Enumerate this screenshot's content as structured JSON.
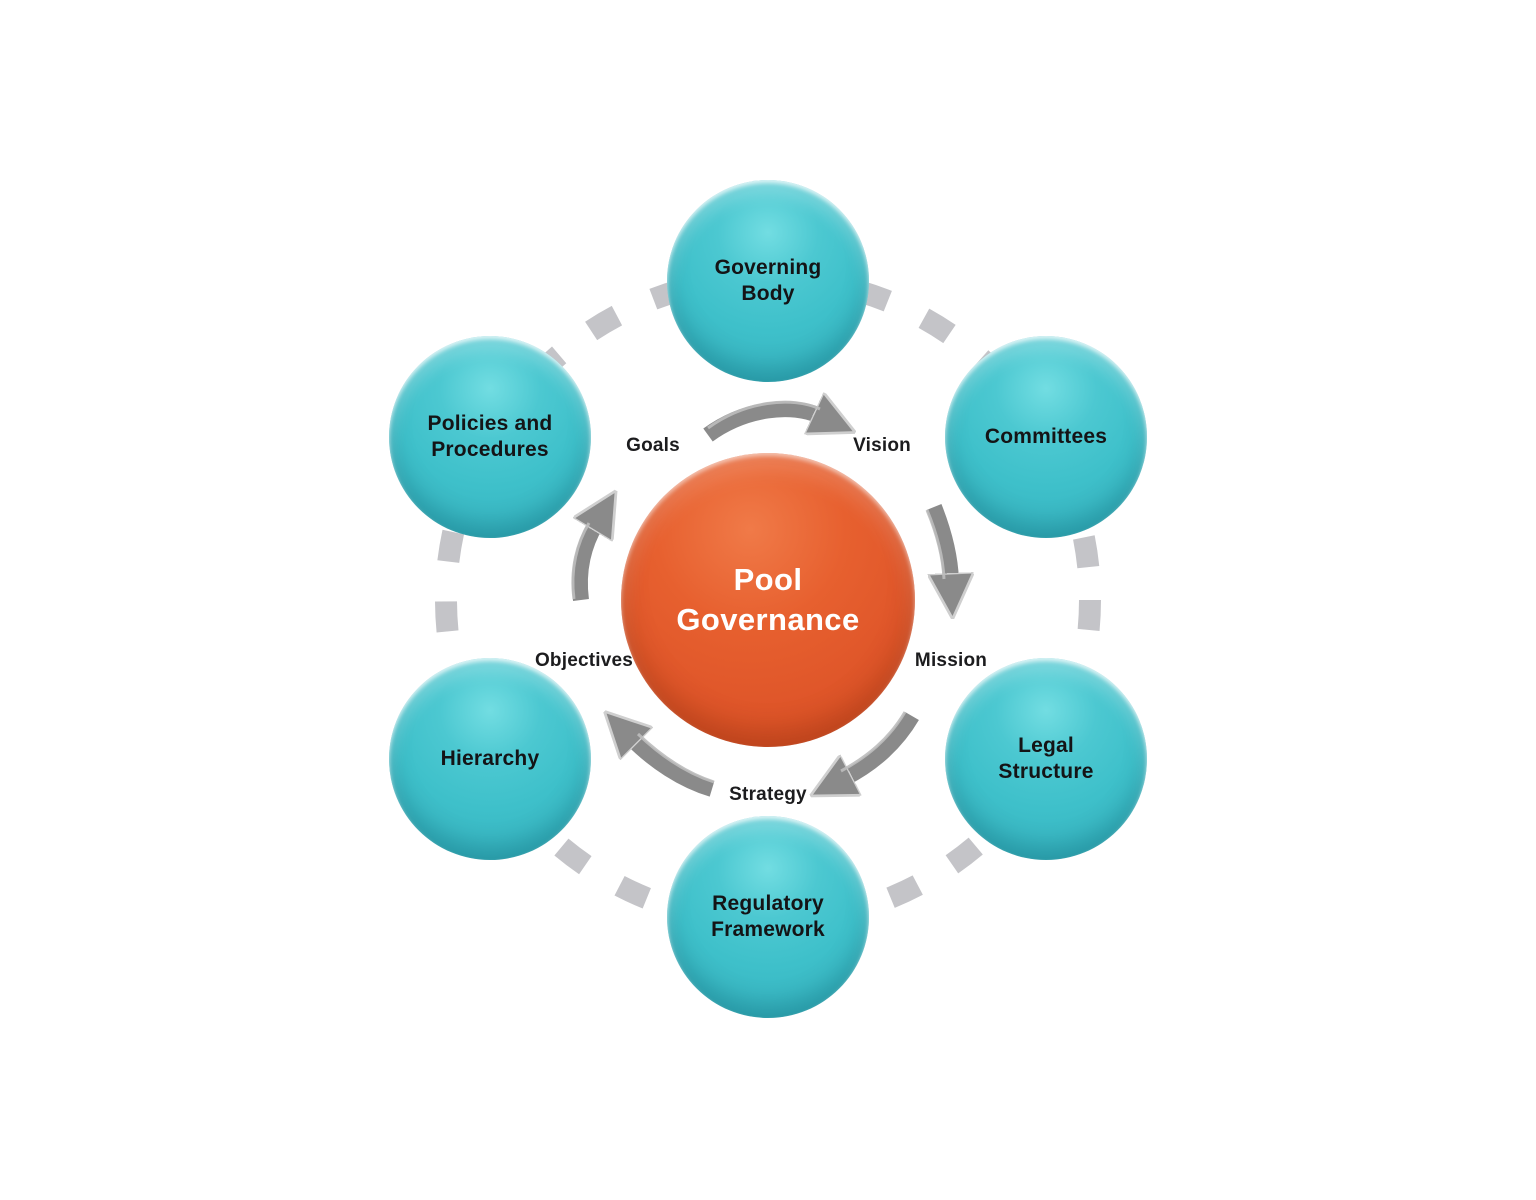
{
  "diagram": {
    "center": {
      "label": "Pool Governance"
    },
    "nodes": [
      {
        "id": "governing-body",
        "label": "Governing Body"
      },
      {
        "id": "committees",
        "label": "Committees"
      },
      {
        "id": "legal-structure",
        "label": "Legal Structure"
      },
      {
        "id": "regulatory-framework",
        "label": "Regulatory Framework"
      },
      {
        "id": "hierarchy",
        "label": "Hierarchy"
      },
      {
        "id": "policies-and-procedures",
        "label": "Policies and Procedures"
      }
    ],
    "ring_labels": [
      {
        "id": "goals",
        "label": "Goals"
      },
      {
        "id": "vision",
        "label": "Vision"
      },
      {
        "id": "mission",
        "label": "Mission"
      },
      {
        "id": "strategy",
        "label": "Strategy"
      },
      {
        "id": "objectives",
        "label": "Objectives"
      }
    ],
    "colors": {
      "node_teal": "#3ec0ca",
      "center_orange": "#e0572a",
      "arrow_gray": "#8a8a8a",
      "dash_gray": "#c4c4c8",
      "label_text": "#1c1c1e",
      "center_text": "#ffffff"
    }
  }
}
